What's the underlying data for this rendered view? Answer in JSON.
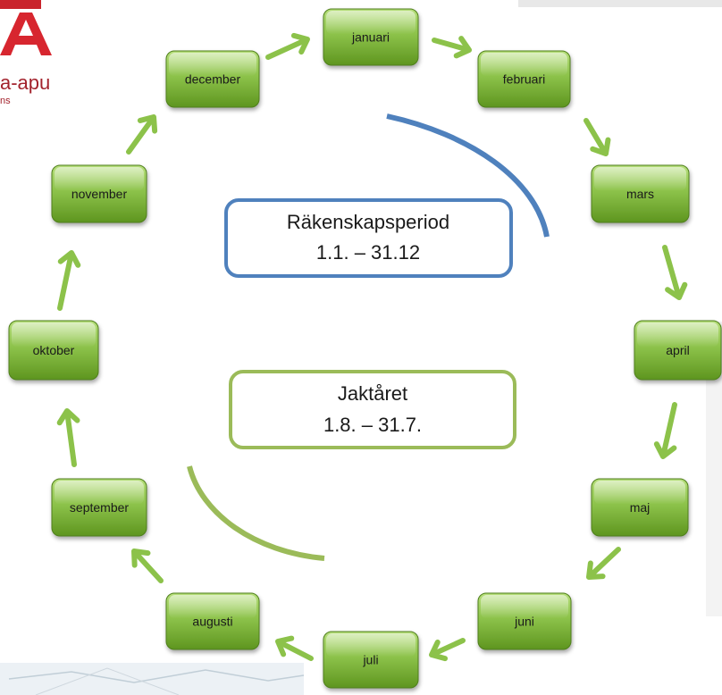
{
  "logo": {
    "letter": "A",
    "text": "a-apu",
    "subtext": "ns",
    "color": "#d7262f"
  },
  "months": [
    {
      "id": "januari",
      "label": "januari"
    },
    {
      "id": "februari",
      "label": "februari"
    },
    {
      "id": "mars",
      "label": "mars"
    },
    {
      "id": "april",
      "label": "april"
    },
    {
      "id": "maj",
      "label": "maj"
    },
    {
      "id": "juni",
      "label": "juni"
    },
    {
      "id": "juli",
      "label": "juli"
    },
    {
      "id": "augusti",
      "label": "augusti"
    },
    {
      "id": "september",
      "label": "september"
    },
    {
      "id": "oktober",
      "label": "oktober"
    },
    {
      "id": "november",
      "label": "november"
    },
    {
      "id": "december",
      "label": "december"
    }
  ],
  "fiscal_period": {
    "title": "Räkenskapsperiod",
    "dates": "1.1. – 31.12",
    "color": "#4f81bd"
  },
  "hunting_year": {
    "title": "Jaktåret",
    "dates": "1.8. – 31.7.",
    "color": "#9bbb59"
  },
  "colors": {
    "box_top": "#a9d46b",
    "box_bottom": "#5f9a1f",
    "box_border": "#4f7f1c",
    "arrow": "#8cc24a"
  }
}
